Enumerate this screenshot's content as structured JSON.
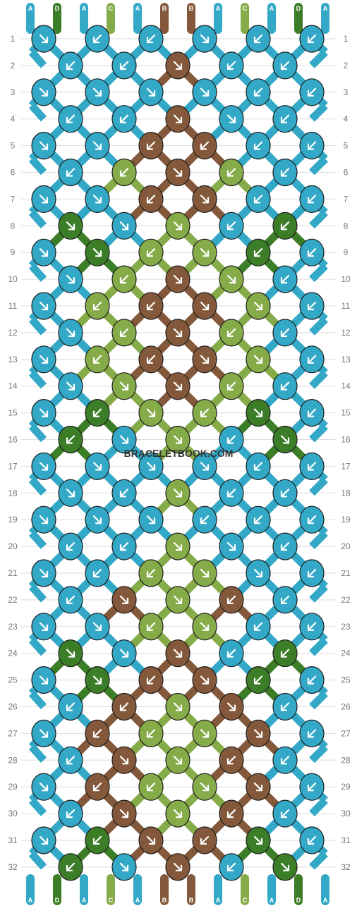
{
  "colors": {
    "A": "#33a9c7",
    "B": "#84593b",
    "C": "#86ab49",
    "D": "#3c7d28"
  },
  "strands_top": [
    "A",
    "D",
    "A",
    "C",
    "A",
    "B",
    "B",
    "A",
    "C",
    "A",
    "D",
    "A"
  ],
  "strands_bottom": [
    "A",
    "D",
    "A",
    "C",
    "A",
    "B",
    "B",
    "A",
    "C",
    "A",
    "D",
    "A"
  ],
  "row_labels": [
    "1",
    "2",
    "3",
    "4",
    "5",
    "6",
    "7",
    "8",
    "9",
    "10",
    "11",
    "12",
    "13",
    "14",
    "15",
    "16",
    "17",
    "18",
    "19",
    "20",
    "21",
    "22",
    "23",
    "24",
    "25",
    "26",
    "27",
    "28",
    "29",
    "30",
    "31",
    "32"
  ],
  "watermark": "BRACELETBOOK.COM",
  "knots": [
    {
      "row": 1,
      "colors": [
        "A",
        "A",
        "A",
        "A",
        "A",
        "A"
      ],
      "arrows": [
        "rb",
        "lb",
        "lb",
        "rb",
        "lb",
        "lb"
      ]
    },
    {
      "row": 2,
      "colors": [
        "A",
        "A",
        "B",
        "A",
        "A"
      ],
      "arrows": [
        "lb",
        "lb",
        "rb",
        "lb",
        "lb"
      ]
    },
    {
      "row": 3,
      "colors": [
        "A",
        "A",
        "A",
        "A",
        "A",
        "A"
      ],
      "arrows": [
        "rb",
        "rb",
        "rb",
        "rb",
        "lb",
        "lb"
      ]
    },
    {
      "row": 4,
      "colors": [
        "A",
        "A",
        "B",
        "A",
        "A"
      ],
      "arrows": [
        "lb",
        "lb",
        "rb",
        "rb",
        "lb"
      ]
    },
    {
      "row": 5,
      "colors": [
        "A",
        "A",
        "B",
        "B",
        "A",
        "A"
      ],
      "arrows": [
        "rb",
        "rb",
        "lb",
        "lb",
        "lb",
        "lb"
      ]
    },
    {
      "row": 6,
      "colors": [
        "A",
        "C",
        "B",
        "C",
        "A"
      ],
      "arrows": [
        "lb",
        "lb",
        "rb",
        "lb",
        "lb"
      ]
    },
    {
      "row": 7,
      "colors": [
        "A",
        "A",
        "B",
        "B",
        "A",
        "A"
      ],
      "arrows": [
        "rb",
        "rb",
        "lb",
        "rb",
        "lb",
        "lb"
      ]
    },
    {
      "row": 8,
      "colors": [
        "D",
        "A",
        "C",
        "A",
        "D"
      ],
      "arrows": [
        "rb",
        "rb",
        "rb",
        "lb",
        "lb"
      ]
    },
    {
      "row": 9,
      "colors": [
        "A",
        "D",
        "C",
        "C",
        "D",
        "A"
      ],
      "arrows": [
        "rb",
        "rb",
        "lb",
        "rb",
        "lb",
        "lb"
      ]
    },
    {
      "row": 10,
      "colors": [
        "A",
        "C",
        "B",
        "C",
        "A"
      ],
      "arrows": [
        "rb",
        "lb",
        "rb",
        "rb",
        "lb"
      ]
    },
    {
      "row": 11,
      "colors": [
        "A",
        "C",
        "B",
        "B",
        "C",
        "A"
      ],
      "arrows": [
        "rb",
        "lb",
        "lb",
        "rb",
        "rb",
        "lb"
      ]
    },
    {
      "row": 12,
      "colors": [
        "A",
        "C",
        "B",
        "C",
        "A"
      ],
      "arrows": [
        "rb",
        "lb",
        "rb",
        "lb",
        "lb"
      ]
    },
    {
      "row": 13,
      "colors": [
        "A",
        "C",
        "B",
        "B",
        "C",
        "A"
      ],
      "arrows": [
        "rb",
        "lb",
        "lb",
        "rb",
        "rb",
        "lb"
      ]
    },
    {
      "row": 14,
      "colors": [
        "A",
        "C",
        "B",
        "C",
        "A"
      ],
      "arrows": [
        "rb",
        "rb",
        "rb",
        "lb",
        "lb"
      ]
    },
    {
      "row": 15,
      "colors": [
        "A",
        "D",
        "C",
        "C",
        "D",
        "A"
      ],
      "arrows": [
        "rb",
        "lb",
        "rb",
        "lb",
        "rb",
        "lb"
      ]
    },
    {
      "row": 16,
      "colors": [
        "D",
        "A",
        "C",
        "A",
        "D"
      ],
      "arrows": [
        "lb",
        "rb",
        "rb",
        "lb",
        "rb"
      ]
    },
    {
      "row": 17,
      "colors": [
        "A",
        "A",
        "A",
        "A",
        "A",
        "A"
      ],
      "arrows": [
        "rb",
        "rb",
        "rb",
        "rb",
        "lb",
        "lb"
      ]
    },
    {
      "row": 18,
      "colors": [
        "A",
        "A",
        "C",
        "A",
        "A"
      ],
      "arrows": [
        "rb",
        "lb",
        "rb",
        "lb",
        "lb"
      ]
    },
    {
      "row": 19,
      "colors": [
        "A",
        "A",
        "A",
        "A",
        "A",
        "A"
      ],
      "arrows": [
        "rb",
        "rb",
        "rb",
        "lb",
        "lb",
        "lb"
      ]
    },
    {
      "row": 20,
      "colors": [
        "A",
        "A",
        "C",
        "A",
        "A"
      ],
      "arrows": [
        "lb",
        "lb",
        "rb",
        "rb",
        "lb"
      ]
    },
    {
      "row": 21,
      "colors": [
        "A",
        "A",
        "C",
        "C",
        "A",
        "A"
      ],
      "arrows": [
        "rb",
        "lb",
        "lb",
        "rb",
        "rb",
        "lb"
      ]
    },
    {
      "row": 22,
      "colors": [
        "A",
        "B",
        "C",
        "B",
        "A"
      ],
      "arrows": [
        "lb",
        "rb",
        "rb",
        "lb",
        "lb"
      ]
    },
    {
      "row": 23,
      "colors": [
        "A",
        "A",
        "C",
        "C",
        "A",
        "A"
      ],
      "arrows": [
        "rb",
        "rb",
        "lb",
        "rb",
        "lb",
        "lb"
      ]
    },
    {
      "row": 24,
      "colors": [
        "D",
        "A",
        "B",
        "A",
        "D"
      ],
      "arrows": [
        "rb",
        "rb",
        "rb",
        "lb",
        "lb"
      ]
    },
    {
      "row": 25,
      "colors": [
        "A",
        "D",
        "B",
        "B",
        "D",
        "A"
      ],
      "arrows": [
        "rb",
        "rb",
        "lb",
        "rb",
        "lb",
        "lb"
      ]
    },
    {
      "row": 26,
      "colors": [
        "A",
        "B",
        "C",
        "B",
        "A"
      ],
      "arrows": [
        "lb",
        "lb",
        "rb",
        "rb",
        "lb"
      ]
    },
    {
      "row": 27,
      "colors": [
        "A",
        "B",
        "C",
        "C",
        "B",
        "A"
      ],
      "arrows": [
        "rb",
        "lb",
        "lb",
        "rb",
        "rb",
        "lb"
      ]
    },
    {
      "row": 28,
      "colors": [
        "A",
        "B",
        "C",
        "B",
        "A"
      ],
      "arrows": [
        "lb",
        "rb",
        "rb",
        "lb",
        "lb"
      ]
    },
    {
      "row": 29,
      "colors": [
        "A",
        "B",
        "C",
        "C",
        "B",
        "A"
      ],
      "arrows": [
        "rb",
        "lb",
        "lb",
        "rb",
        "rb",
        "lb"
      ]
    },
    {
      "row": 30,
      "colors": [
        "A",
        "B",
        "C",
        "B",
        "A"
      ],
      "arrows": [
        "lb",
        "rb",
        "rb",
        "lb",
        "lb"
      ]
    },
    {
      "row": 31,
      "colors": [
        "A",
        "D",
        "B",
        "B",
        "D",
        "A"
      ],
      "arrows": [
        "rb",
        "lb",
        "rb",
        "lb",
        "rb",
        "lb"
      ]
    },
    {
      "row": 32,
      "colors": [
        "D",
        "A",
        "B",
        "A",
        "D"
      ],
      "arrows": [
        "lb",
        "rb",
        "rb",
        "lb",
        "rb"
      ]
    }
  ]
}
